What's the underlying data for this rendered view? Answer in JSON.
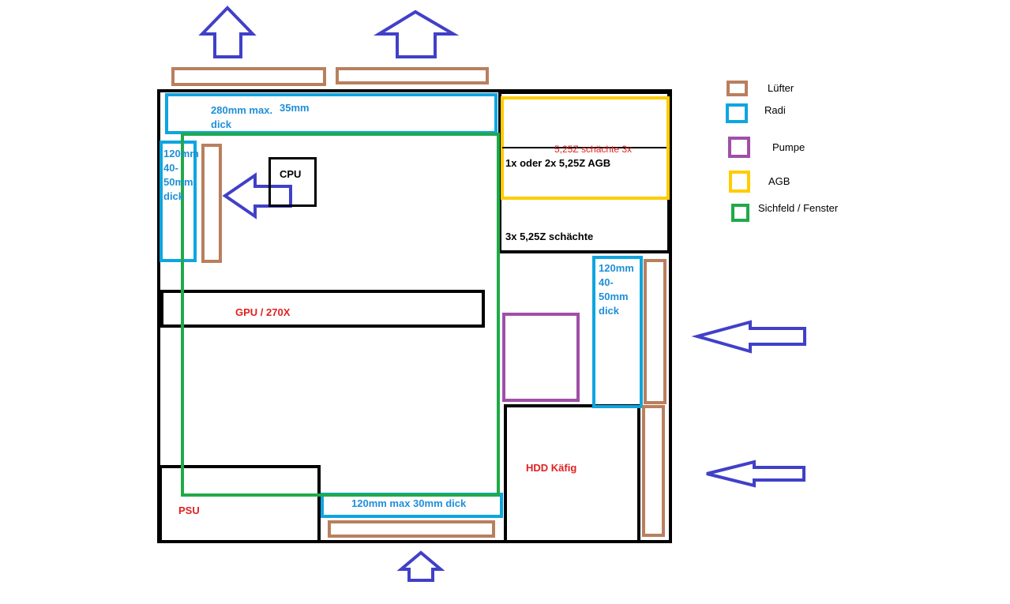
{
  "colors": {
    "case": "#000000",
    "luefter": "#b97f5d",
    "radi": "#0ea5e0",
    "pumpe": "#a04fa8",
    "agb": "#ffcc00",
    "sichtfeld": "#1faa48",
    "airflow": "#4040c8",
    "label_blue": "#1f8fd8",
    "label_red": "#e02020"
  },
  "labels": {
    "top_radi_1": "280mm max.",
    "top_radi_2": "dick",
    "top_radi_3": "35mm",
    "left_radi_1": "120mm",
    "left_radi_2": "40-",
    "left_radi_3": "50mm",
    "left_radi_4": "dick",
    "cpu": "CPU",
    "drive_bays_overlap": "5,25Z schächte 3x",
    "agb_slot": "1x oder 2x 5,25Z AGB",
    "bays": "3x 5,25Z schächte",
    "gpu": "GPU / 270X",
    "right_radi_1": "120mm",
    "right_radi_2": "40-",
    "right_radi_3": "50mm",
    "right_radi_4": "dick",
    "hdd": "HDD Käfig",
    "psu": "PSU",
    "bottom_radi": "120mm  max 30mm dick"
  },
  "legend": [
    {
      "key": "luefter",
      "label": "Lüfter",
      "color": "#b97f5d"
    },
    {
      "key": "radi",
      "label": "Radi",
      "color": "#0ea5e0"
    },
    {
      "key": "pumpe",
      "label": "Pumpe",
      "color": "#a04fa8"
    },
    {
      "key": "agb",
      "label": "AGB",
      "color": "#ffcc00"
    },
    {
      "key": "sichtfeld",
      "label": "Sichfeld / Fenster",
      "color": "#1faa48"
    }
  ]
}
